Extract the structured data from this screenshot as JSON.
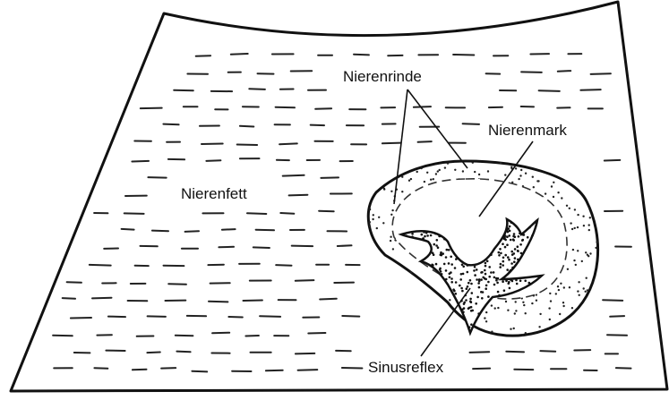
{
  "labels": {
    "cortex": "Nierenrinde",
    "medulla": "Nierenmark",
    "fat": "Nierenfett",
    "sinus": "Sinusreflex"
  }
}
